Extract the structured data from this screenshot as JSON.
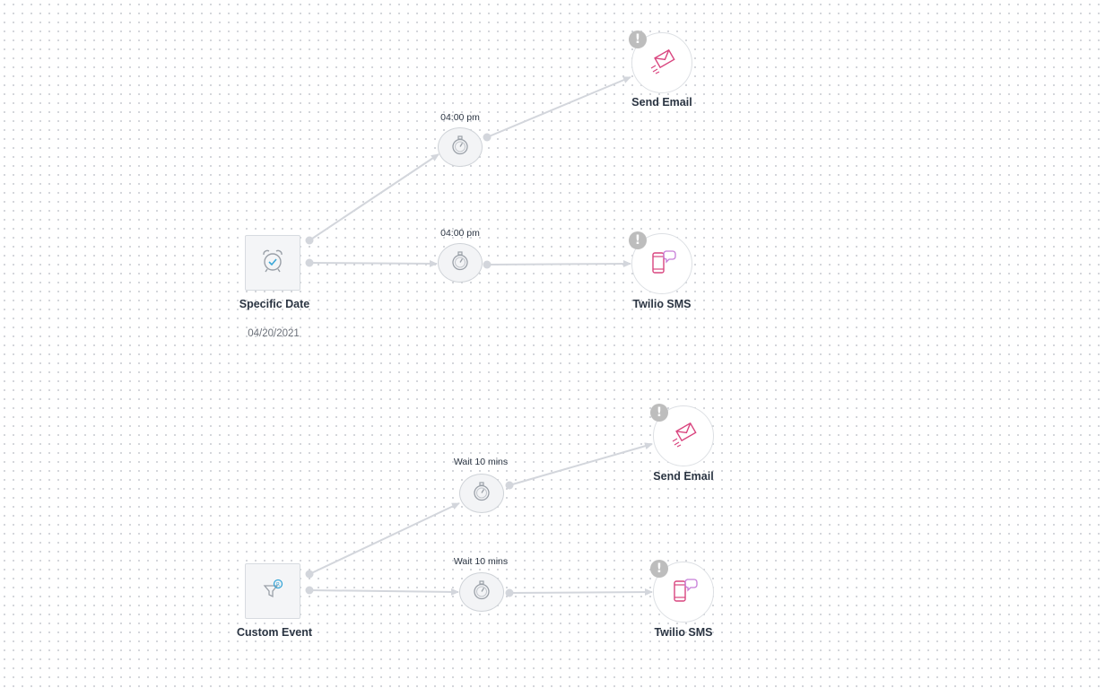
{
  "canvas": {
    "grid": true
  },
  "flows": [
    {
      "trigger": {
        "label": "Specific Date",
        "detail": "04/20/2021",
        "icon": "alarm-clock-icon"
      },
      "branches": [
        {
          "timer_label": "04:00 pm",
          "action": {
            "label": "Send Email",
            "icon": "email-send-icon",
            "warning": "!"
          }
        },
        {
          "timer_label": "04:00 pm",
          "action": {
            "label": "Twilio SMS",
            "icon": "sms-phone-icon",
            "warning": "!"
          }
        }
      ]
    },
    {
      "trigger": {
        "label": "Custom Event",
        "detail": "",
        "icon": "event-filter-icon"
      },
      "branches": [
        {
          "timer_label": "Wait  10 mins",
          "action": {
            "label": "Send Email",
            "icon": "email-send-icon",
            "warning": "!"
          }
        },
        {
          "timer_label": "Wait  10 mins",
          "action": {
            "label": "Twilio SMS",
            "icon": "sms-phone-icon",
            "warning": "!"
          }
        }
      ]
    }
  ],
  "colors": {
    "action_icon": "#d9457f",
    "sms_bubble": "#c77dd8",
    "trigger_icon": "#9aa0a8",
    "trigger_accent": "#3aa7d8",
    "wire": "#d3d6dc",
    "warning": "#bdbdbd",
    "label_text": "#2a3442"
  }
}
